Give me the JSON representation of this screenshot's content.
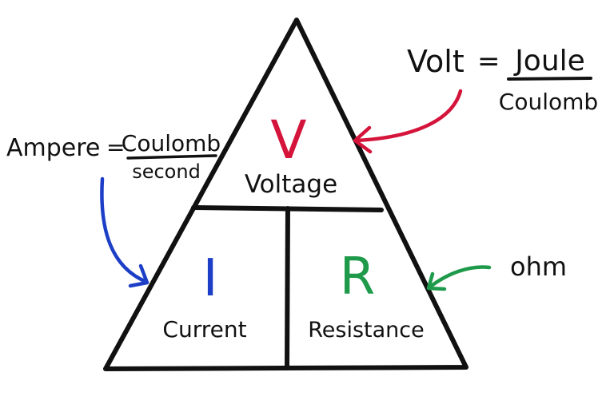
{
  "diagram": {
    "voltage": {
      "symbol": "V",
      "label": "Voltage",
      "color": "#d4143a"
    },
    "current": {
      "symbol": "I",
      "label": "Current",
      "color": "#1d3fc7"
    },
    "resistance": {
      "symbol": "R",
      "label": "Resistance",
      "color": "#1e9a4a"
    }
  },
  "annotations": {
    "volt": {
      "lhs": "Volt",
      "equals": "=",
      "numerator": "Joule",
      "denominator": "Coulomb",
      "arrow_color": "#d4143a"
    },
    "ampere": {
      "lhs": "Ampere",
      "equals": "=",
      "numerator": "Coulomb",
      "denominator": "second",
      "arrow_color": "#1d3fc7"
    },
    "ohm": {
      "label": "ohm",
      "arrow_color": "#1e9a4a"
    }
  },
  "colors": {
    "ink": "#111111",
    "background": "#ffffff"
  }
}
